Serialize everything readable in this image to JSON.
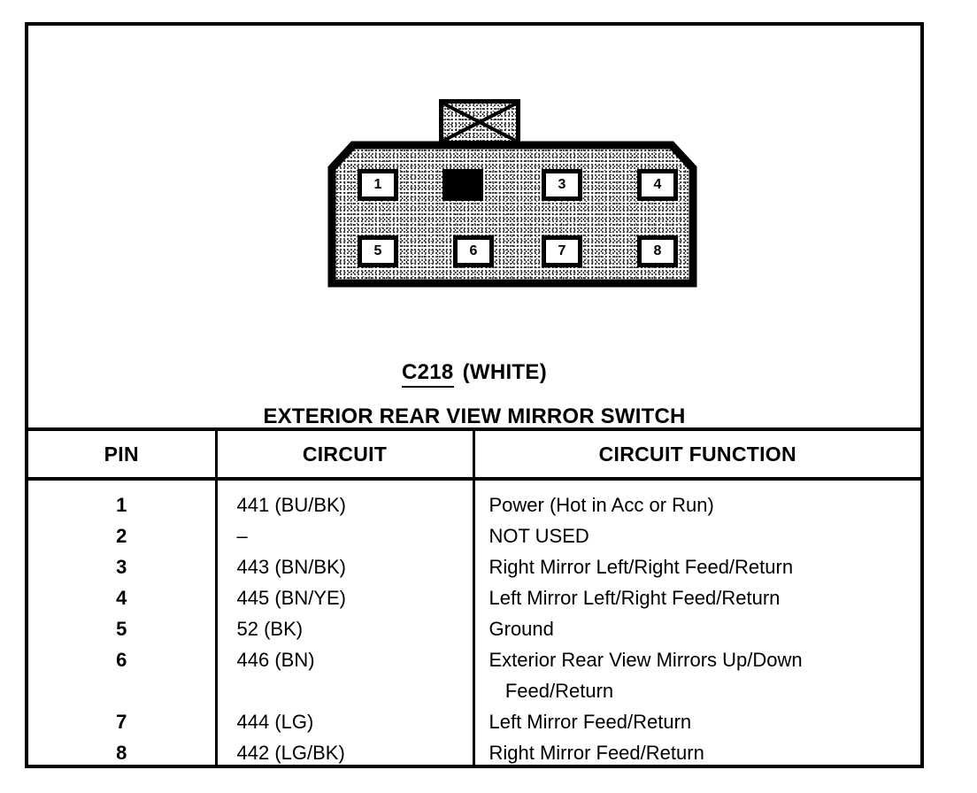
{
  "connector": {
    "diagram_name": "connector-face-view",
    "tab": {
      "name": "keying-tab",
      "marking": "x-cross"
    },
    "top_row_pins": [
      {
        "label": "1",
        "filled": false
      },
      {
        "label": "",
        "filled": true
      },
      {
        "label": "3",
        "filled": false
      },
      {
        "label": "4",
        "filled": false
      }
    ],
    "bottom_row_pins": [
      {
        "label": "5",
        "filled": false
      },
      {
        "label": "6",
        "filled": false
      },
      {
        "label": "7",
        "filled": false
      },
      {
        "label": "8",
        "filled": false
      }
    ]
  },
  "caption": {
    "code": "C218",
    "color": "(WHITE)",
    "component": "EXTERIOR REAR VIEW MIRROR SWITCH"
  },
  "table": {
    "headers": {
      "pin": "PIN",
      "circuit": "CIRCUIT",
      "function": "CIRCUIT FUNCTION"
    },
    "rows": [
      {
        "pin": "1",
        "circuit": "441 (BU/BK)",
        "function": "Power (Hot in Acc or Run)"
      },
      {
        "pin": "2",
        "circuit": "–",
        "function": "NOT USED"
      },
      {
        "pin": "3",
        "circuit": "443 (BN/BK)",
        "function": "Right Mirror Left/Right Feed/Return"
      },
      {
        "pin": "4",
        "circuit": "445 (BN/YE)",
        "function": "Left Mirror Left/Right Feed/Return"
      },
      {
        "pin": "5",
        "circuit": "52 (BK)",
        "function": "Ground"
      },
      {
        "pin": "6",
        "circuit": "446 (BN)",
        "function": "Exterior Rear View Mirrors Up/Down\n   Feed/Return"
      },
      {
        "pin": "7",
        "circuit": "444 (LG)",
        "function": "Left Mirror Feed/Return"
      },
      {
        "pin": "8",
        "circuit": "442 (LG/BK)",
        "function": "Right Mirror Feed/Return"
      }
    ]
  },
  "colors": {
    "ink": "#000000",
    "paper": "#ffffff"
  }
}
